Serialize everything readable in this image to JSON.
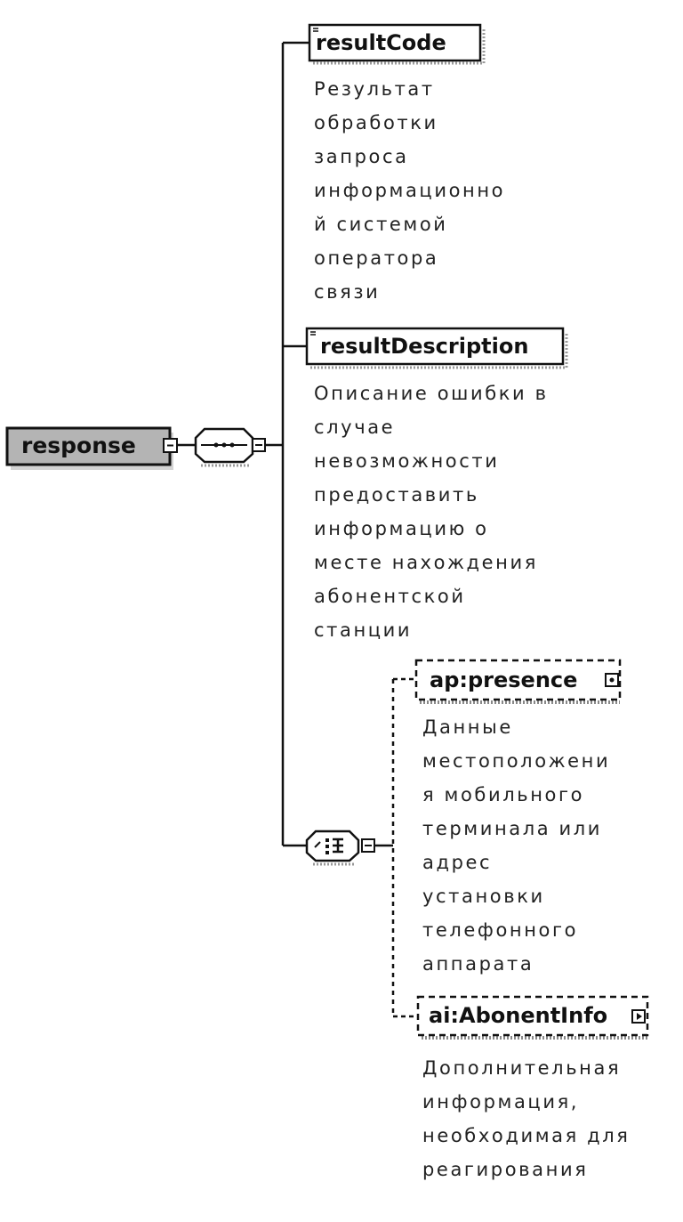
{
  "root": {
    "name": "response"
  },
  "elements": [
    {
      "name": "resultCode",
      "optional": false,
      "description": [
        "Результат",
        "обработки",
        "запроса",
        "информационно",
        "й системой",
        "оператора",
        "связи"
      ]
    },
    {
      "name": "resultDescription",
      "optional": false,
      "description": [
        "Описание ошибки в",
        "случае",
        "невозможности",
        "предоставить",
        "информацию о",
        "месте нахождения",
        "абонентской",
        "станции"
      ]
    }
  ],
  "choice": [
    {
      "name": "ap:presence",
      "optional": true,
      "description": [
        "Данные",
        "местоположени",
        "я мобильного",
        "терминала или",
        "адрес",
        "установки",
        "телефонного",
        "аппарата"
      ]
    },
    {
      "name": "ai:AbonentInfo",
      "optional": true,
      "description": [
        "Дополнительная",
        "информация,",
        "необходимая для",
        "реагирования"
      ]
    }
  ],
  "colors": {
    "root_fill": "#b4b4b4",
    "line": "#111111",
    "shadow": "#9a9a9a"
  }
}
